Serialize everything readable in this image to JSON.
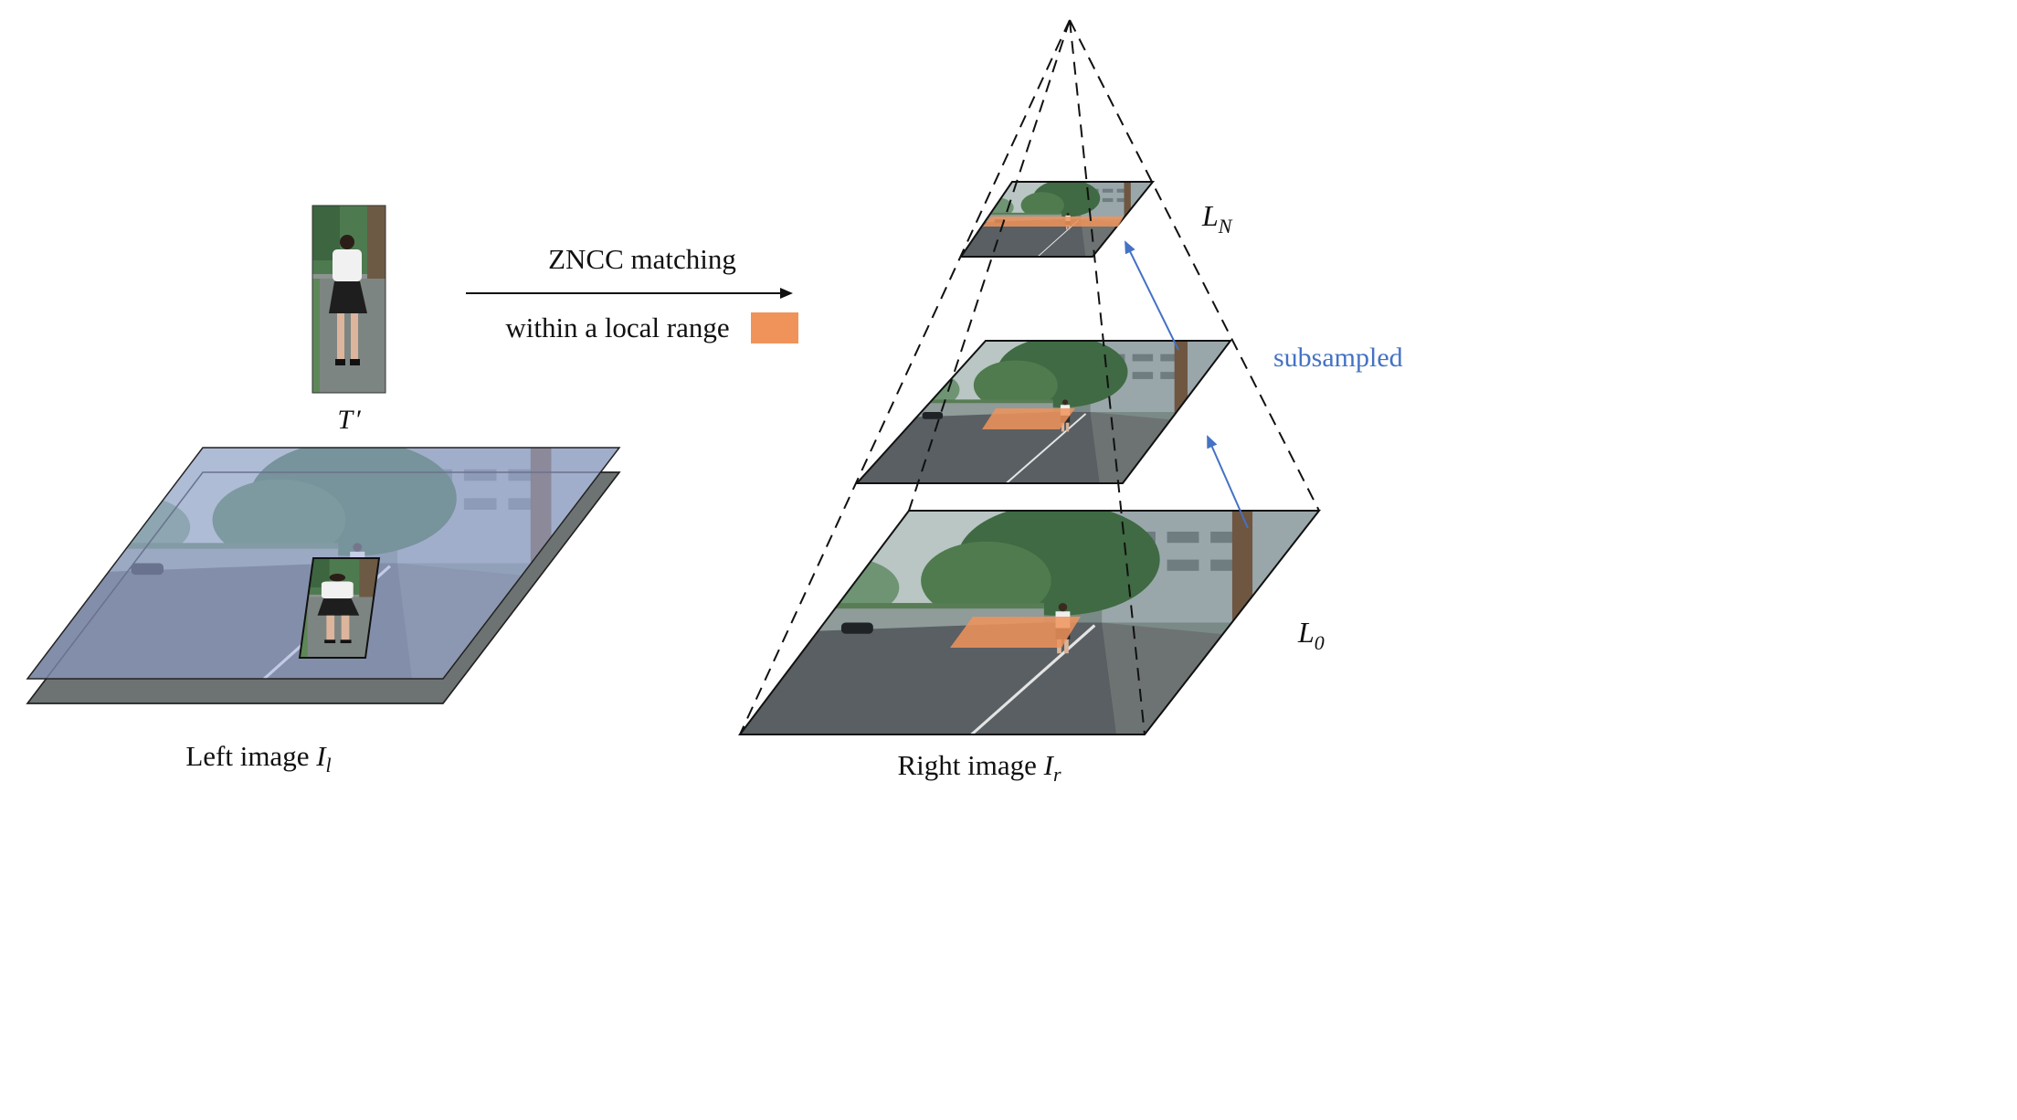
{
  "template": {
    "symbol": "T",
    "prime": "′"
  },
  "arrow": {
    "label_top": "ZNCC matching",
    "label_bottom": "within a local range"
  },
  "left": {
    "label_prefix": "Left image ",
    "symbol": "I",
    "subscript": "l"
  },
  "right": {
    "label_prefix": "Right image ",
    "symbol": "I",
    "subscript": "r"
  },
  "pyramid": {
    "top_level": {
      "symbol": "L",
      "subscript": "N"
    },
    "bottom_level": {
      "symbol": "L",
      "subscript": "0"
    },
    "subsampled_label": "subsampled"
  },
  "colors": {
    "orange_highlight": "#f0935a",
    "blue_arrow": "#4472c4",
    "blue_tint": "#a5b4e6",
    "text": "#111111"
  }
}
